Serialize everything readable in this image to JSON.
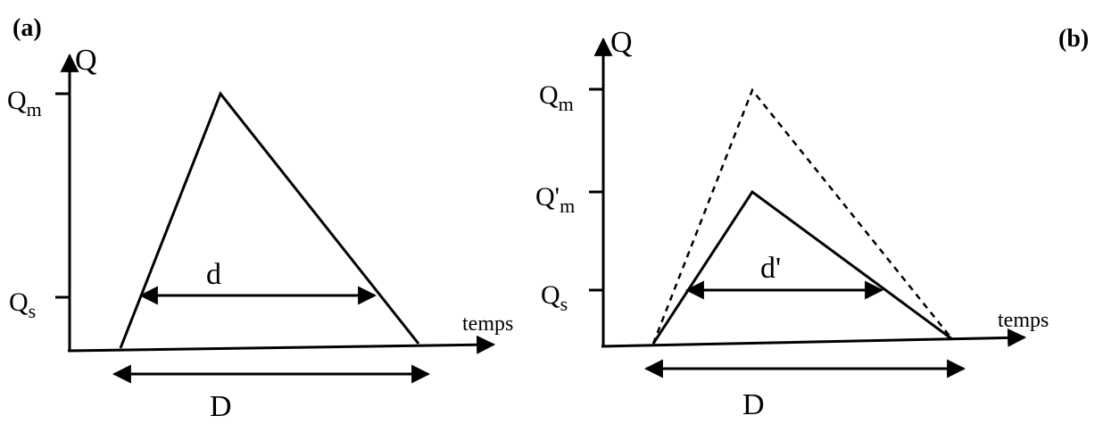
{
  "panel_a": {
    "tag": "(a)",
    "y_axis": "Q",
    "x_axis": "temps",
    "qm_main": "Q",
    "qm_sub": "m",
    "qs_main": "Q",
    "qs_sub": "s",
    "width_label": "d",
    "duration_label": "D"
  },
  "panel_b": {
    "tag": "(b)",
    "y_axis": "Q",
    "x_axis": "temps",
    "qm_main": "Q",
    "qm_sub": "m",
    "qm2_main": "Q'",
    "qm2_sub": "m",
    "qs_main": "Q",
    "qs_sub": "s",
    "width_label": "d'",
    "duration_label": "D"
  }
}
